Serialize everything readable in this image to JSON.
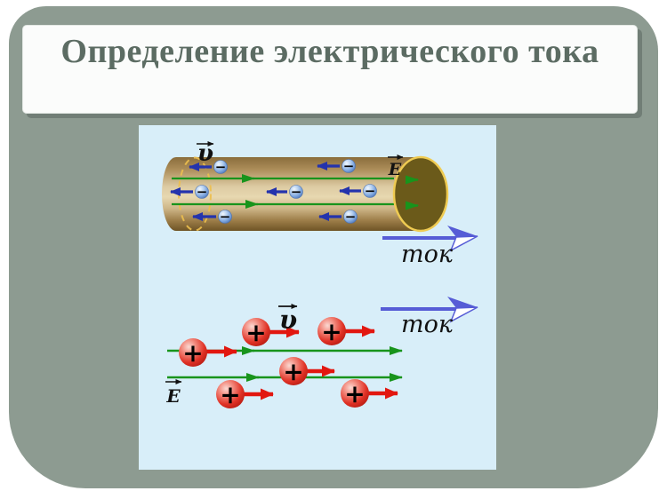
{
  "slide": {
    "title": "Определение электрического тока",
    "background_color": "#8d9b91",
    "title_color": "#5c6c63",
    "panel_color": "#d8eef9"
  },
  "top_diagram": {
    "velocity_label": "υ",
    "field_label": "E",
    "current_label": "ток",
    "charge_sign": "−",
    "electron_color": "#7aa3dd",
    "velocity_arrow_color": "#2433ad",
    "field_line_color": "#18941c",
    "conductor_color": "#c9ae7c",
    "current_arrow_color": "#565cd6"
  },
  "bottom_diagram": {
    "velocity_label": "υ",
    "field_label": "E",
    "current_label": "ток",
    "charge_sign": "+",
    "charge_color": "#d92318",
    "velocity_arrow_color": "#e21710",
    "field_line_color": "#18941c",
    "current_arrow_color": "#565cd6"
  }
}
